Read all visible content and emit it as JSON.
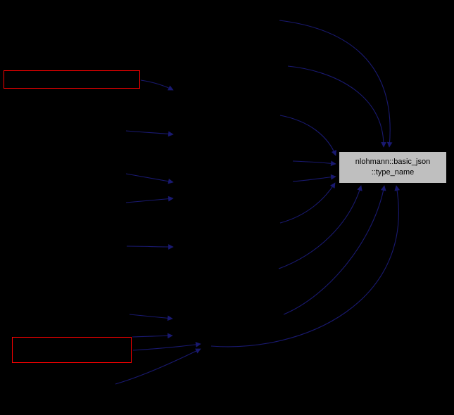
{
  "diagram": {
    "type": "doxygen-caller-graph",
    "background_color": "#000000",
    "edge_color": "#191970",
    "highlight_border_color": "#ff0000",
    "main_node": {
      "label_line1": "nlohmann::basic_json",
      "label_line2": "::type_name",
      "fill_color": "#bfbfbf",
      "border_color": "#000000",
      "text_color": "#000000"
    },
    "highlighted_nodes": [
      {
        "id": "caller-highlighted-top"
      },
      {
        "id": "caller-highlighted-bottom"
      }
    ]
  }
}
